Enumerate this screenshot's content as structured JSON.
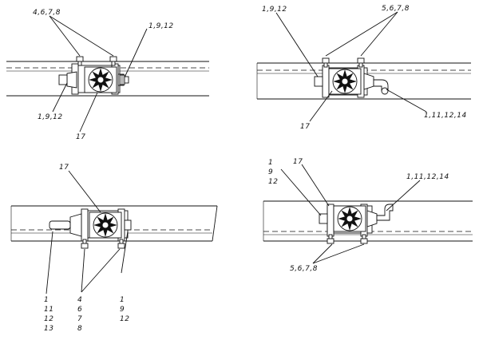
{
  "views": [
    {
      "id": "top-left",
      "labels": [
        {
          "key": "a",
          "text": "4,6,7,8"
        },
        {
          "key": "b",
          "text": "1,9,12"
        },
        {
          "key": "c",
          "text": "1,9,12"
        },
        {
          "key": "d",
          "text": "17"
        }
      ]
    },
    {
      "id": "top-right",
      "labels": [
        {
          "key": "a",
          "text": "1,9,12"
        },
        {
          "key": "b",
          "text": "5,6,7,8"
        },
        {
          "key": "c",
          "text": "17"
        },
        {
          "key": "d",
          "text": "1,11,12,14"
        }
      ]
    },
    {
      "id": "bottom-left",
      "labels": [
        {
          "key": "a",
          "text": "17"
        },
        {
          "key": "b",
          "lines": [
            "1",
            "11",
            "12",
            "13"
          ]
        },
        {
          "key": "c",
          "lines": [
            "4",
            "6",
            "7",
            "8"
          ]
        },
        {
          "key": "d",
          "lines": [
            "1",
            "9",
            "12"
          ]
        }
      ]
    },
    {
      "id": "bottom-right",
      "labels": [
        {
          "key": "a",
          "lines": [
            "1",
            "9",
            "12"
          ]
        },
        {
          "key": "b",
          "text": "17"
        },
        {
          "key": "c",
          "text": "1,11,12,14"
        },
        {
          "key": "d",
          "text": "5,6,7,8"
        }
      ]
    }
  ]
}
